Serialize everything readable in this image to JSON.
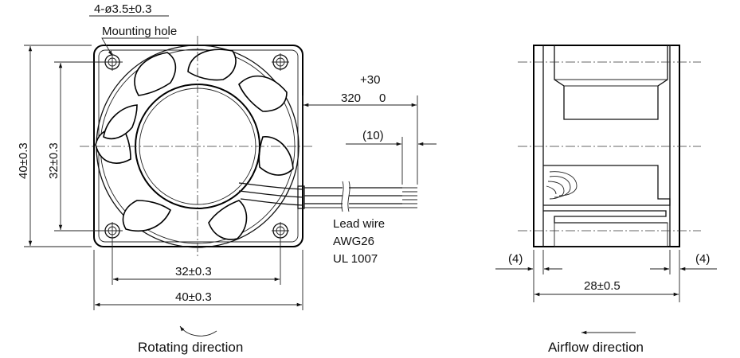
{
  "front_view": {
    "mounting_hole_dim": "4-ø3.5±0.3",
    "mounting_hole_label": "Mounting hole",
    "height_outer": "40±0.3",
    "height_pitch": "32±0.3",
    "width_pitch": "32±0.3",
    "width_outer": "40±0.3",
    "lead_length_tol": "+30",
    "lead_length": "320",
    "lead_length_tol_low": "0",
    "strip_length": "(10)",
    "lead_wire_label": "Lead wire",
    "lead_wire_gauge": "AWG26",
    "lead_wire_standard": "UL 1007",
    "caption": "Rotating direction"
  },
  "side_view": {
    "flange_left": "(4)",
    "flange_right": "(4)",
    "depth": "28±0.5",
    "caption": "Airflow direction"
  }
}
